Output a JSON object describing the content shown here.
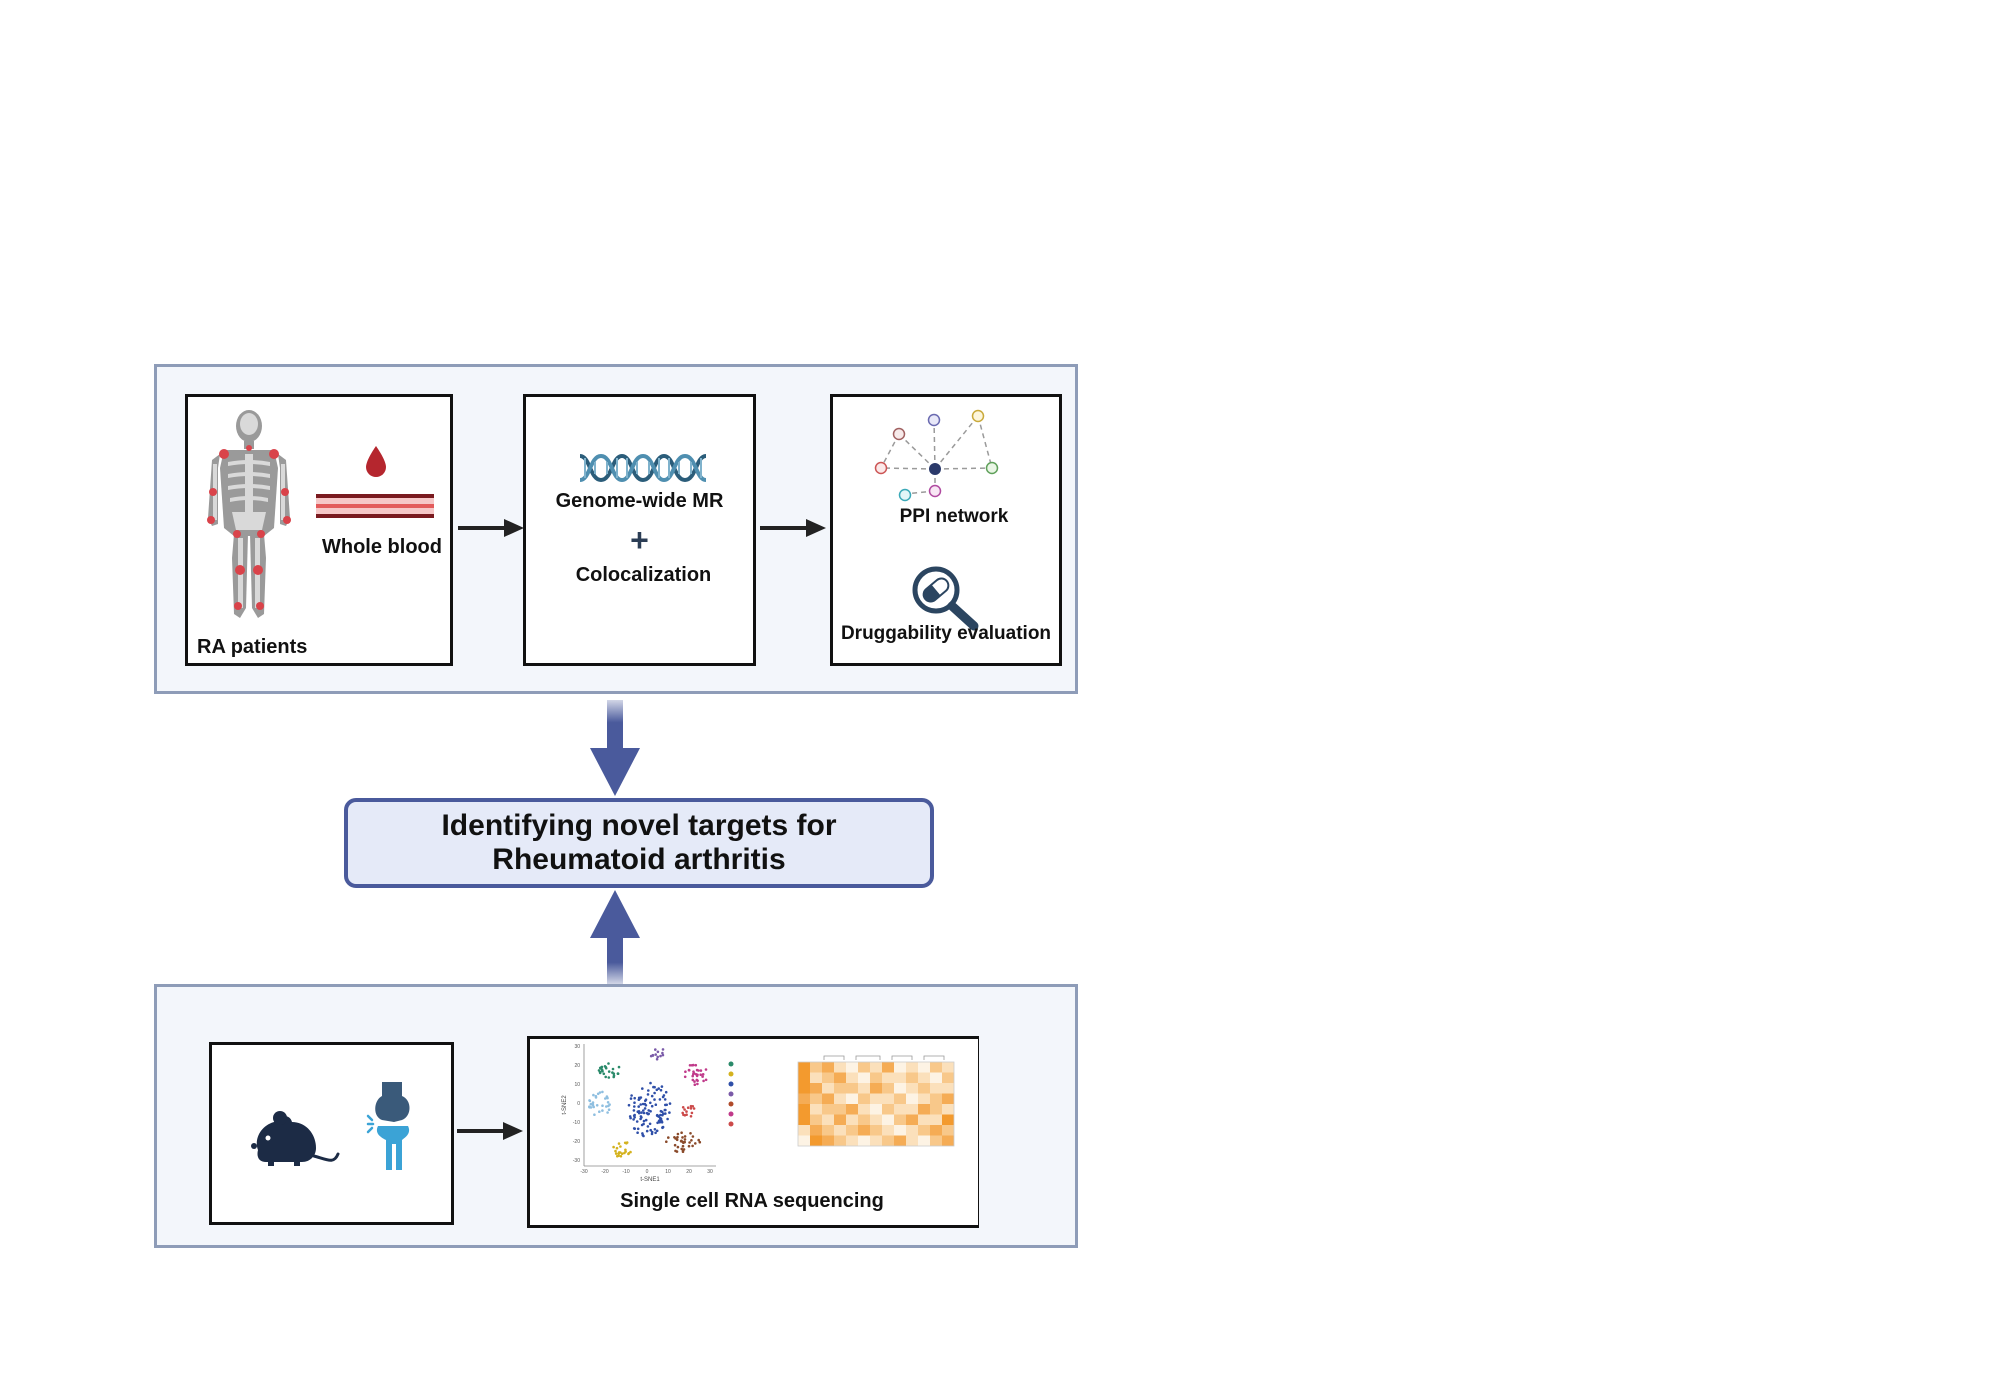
{
  "top_panel": {
    "patients_label": "RA patients",
    "blood_label": "Whole blood",
    "mr_label": "Genome-wide MR",
    "plus_label": "+",
    "coloc_label": "Colocalization",
    "ppi_label": "PPI network",
    "drug_label": "Druggability evaluation"
  },
  "goal": {
    "line1": "Identifying novel targets for",
    "line2": "Rheumatoid arthritis"
  },
  "bottom_panel": {
    "scrna_label": "Single cell RNA sequencing",
    "tsne_xlabel": "t-SNE1",
    "tsne_ylabel": "t-SNE2",
    "tsne_x_ticks": [
      "-30",
      "-20",
      "-10",
      "0",
      "10",
      "20",
      "30"
    ],
    "tsne_y_ticks": [
      "30",
      "20",
      "10",
      "0",
      "-10",
      "-20",
      "-30"
    ]
  },
  "colors": {
    "panel_border": "#8e9cb8",
    "panel_fill": "#f3f6fb",
    "arrow_blue": "#4a5a9c",
    "goal_fill": "#e5eaf8",
    "blood_red": "#b5262e",
    "dna_teal": "#2b5d7a",
    "mouse_navy": "#1c2b45",
    "joint_blue": "#3ba3d6"
  }
}
